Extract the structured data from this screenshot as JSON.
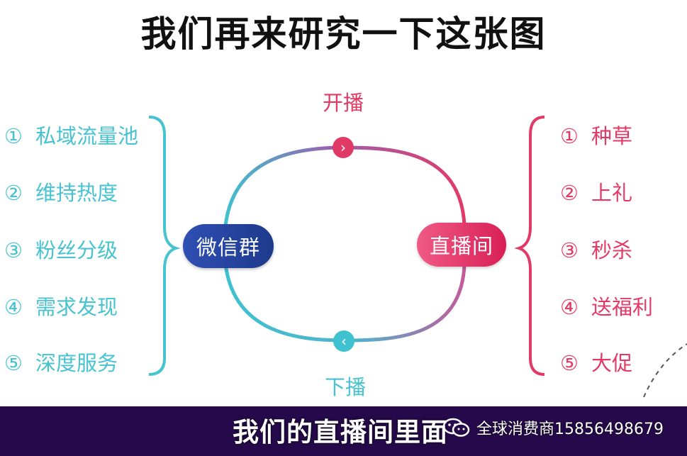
{
  "title": "我们再来研究一下这张图",
  "top_label": "开播",
  "bottom_label": "下播",
  "left_node": "微信群",
  "right_node": "直播间",
  "next_icon": "›",
  "prev_icon": "‹",
  "left_items": [
    {
      "num": "①",
      "text": "私域流量池"
    },
    {
      "num": "②",
      "text": "维持热度"
    },
    {
      "num": "③",
      "text": "粉丝分级"
    },
    {
      "num": "④",
      "text": "需求发现"
    },
    {
      "num": "⑤",
      "text": "深度服务"
    }
  ],
  "right_items": [
    {
      "num": "①",
      "text": "种草"
    },
    {
      "num": "②",
      "text": "上礼"
    },
    {
      "num": "③",
      "text": "秒杀"
    },
    {
      "num": "④",
      "text": "送福利"
    },
    {
      "num": "⑤",
      "text": "大促"
    }
  ],
  "subtitle": "我们的直播间里面",
  "watermark": "全球消费商15856498679",
  "colors": {
    "teal": "#47c3cf",
    "pink": "#e23a66",
    "navy": "#1e3a8c",
    "subtitle_bar": "#25094a"
  },
  "icons": [
    "chevron-right-icon",
    "chevron-left-icon",
    "wechat-icon"
  ]
}
